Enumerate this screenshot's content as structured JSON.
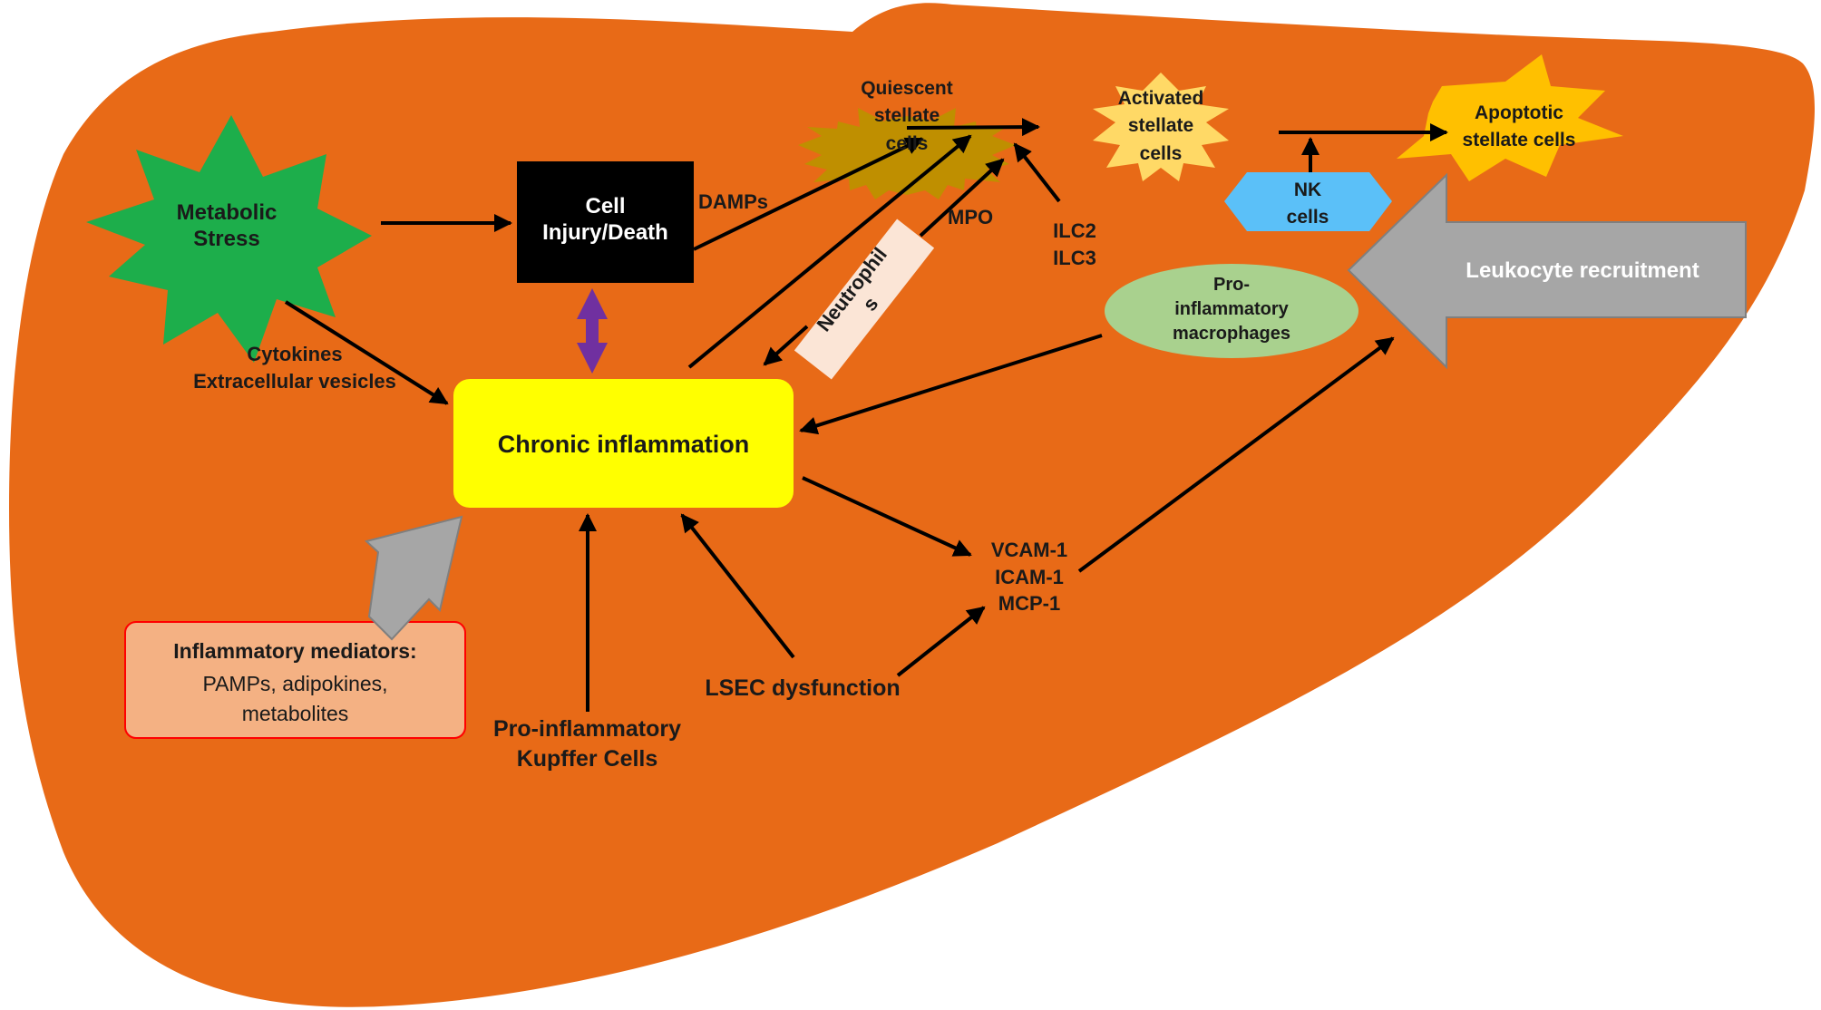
{
  "colors": {
    "liver": "#E86A17",
    "metabolic_stress": "#1DAE4B",
    "cell_injury": "#000000",
    "quiescent": "#BF8F00",
    "activated": "#FFD966",
    "apoptotic": "#FFC000",
    "nk": "#5BC0F8",
    "chronic": "#FFFF00",
    "pro_macrophages": "#A9D18E",
    "leukocyte_arrow": "#A6A6A6",
    "mediators_box": "#F4B183",
    "mediators_border": "#FF0000",
    "double_arrow": "#7030A0",
    "neutrophil_label": "#FBE5D6"
  },
  "nodes": {
    "metabolic_stress": "Metabolic\nStress",
    "cell_injury": "Cell\nInjury/Death",
    "quiescent": "Quiescent\nstellate\ncells",
    "activated": "Activated\nstellate\ncells",
    "apoptotic": "Apoptotic\nstellate cells",
    "nk_cells": "NK\ncells",
    "chronic_inflammation": "Chronic inflammation",
    "pro_macrophages": "Pro-\ninflammatory\nmacrophages",
    "leukocyte_recruitment": "Leukocyte recruitment",
    "mediators_title": "Inflammatory mediators:",
    "mediators_body": "PAMPs, adipokines,\nmetabolites",
    "neutrophils": "Neutrophil\ns"
  },
  "labels": {
    "damps": "DAMPs",
    "mpo": "MPO",
    "ilc": "ILC2\nILC3",
    "cytokines": "Cytokines\nExtracellular vesicles",
    "adhesion": "VCAM-1\nICAM-1\nMCP-1",
    "lsec": "LSEC dysfunction",
    "kupffer": "Pro-inflammatory\nKupffer Cells"
  }
}
